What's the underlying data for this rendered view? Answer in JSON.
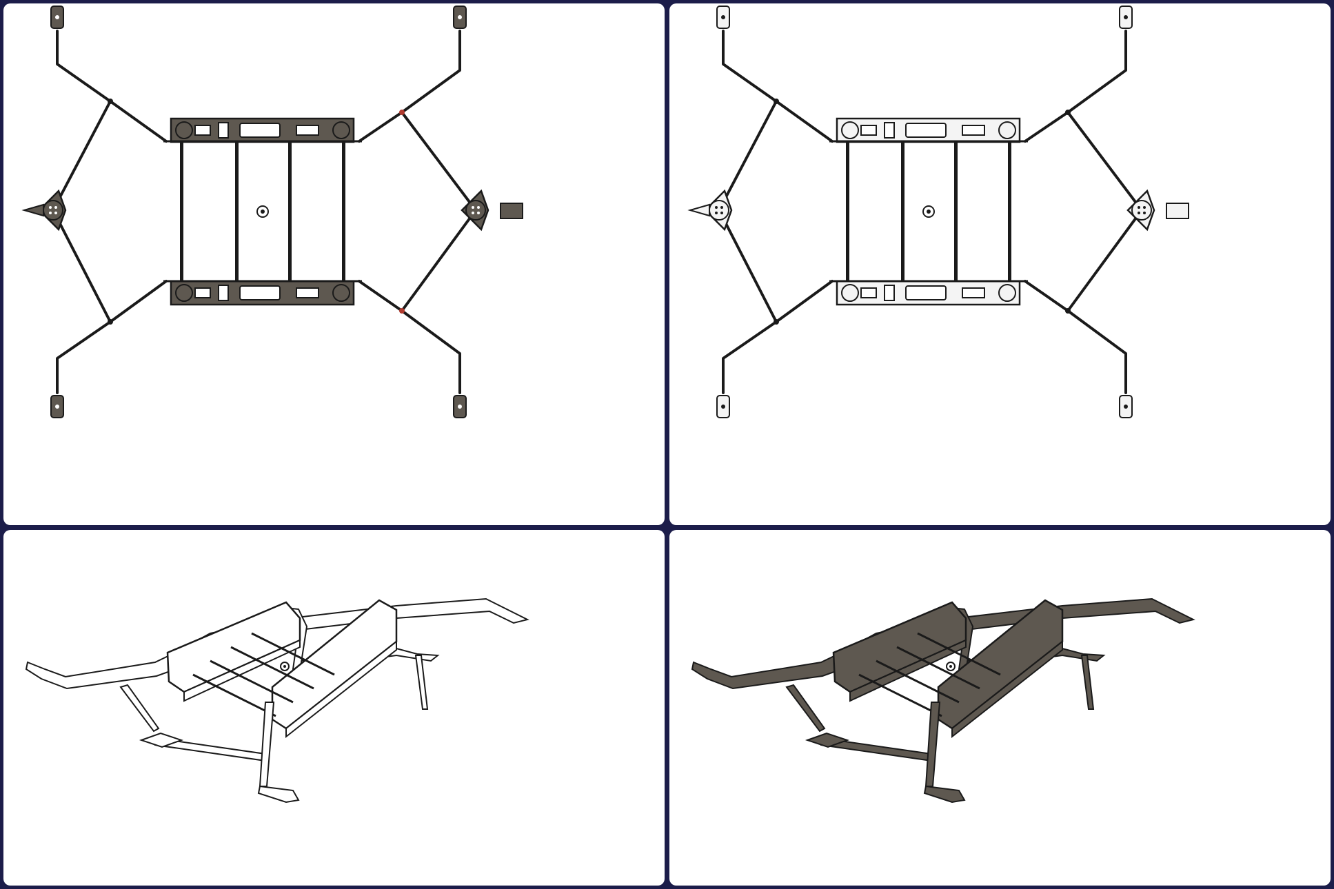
{
  "colors": {
    "frame_bg": "#1c1d4a",
    "panel_bg": "#ffffff",
    "line": "#1a1a1a",
    "dark_fill": "#5e5850",
    "light_fill": "#f4f4f4",
    "accent_red": "#b03a2e"
  },
  "panels": [
    {
      "name": "top-view-shaded",
      "shading": "dark"
    },
    {
      "name": "top-view-outline",
      "shading": "light"
    },
    {
      "name": "isometric-view-outline",
      "shading": "light"
    },
    {
      "name": "isometric-view-shaded",
      "shading": "dark"
    }
  ]
}
